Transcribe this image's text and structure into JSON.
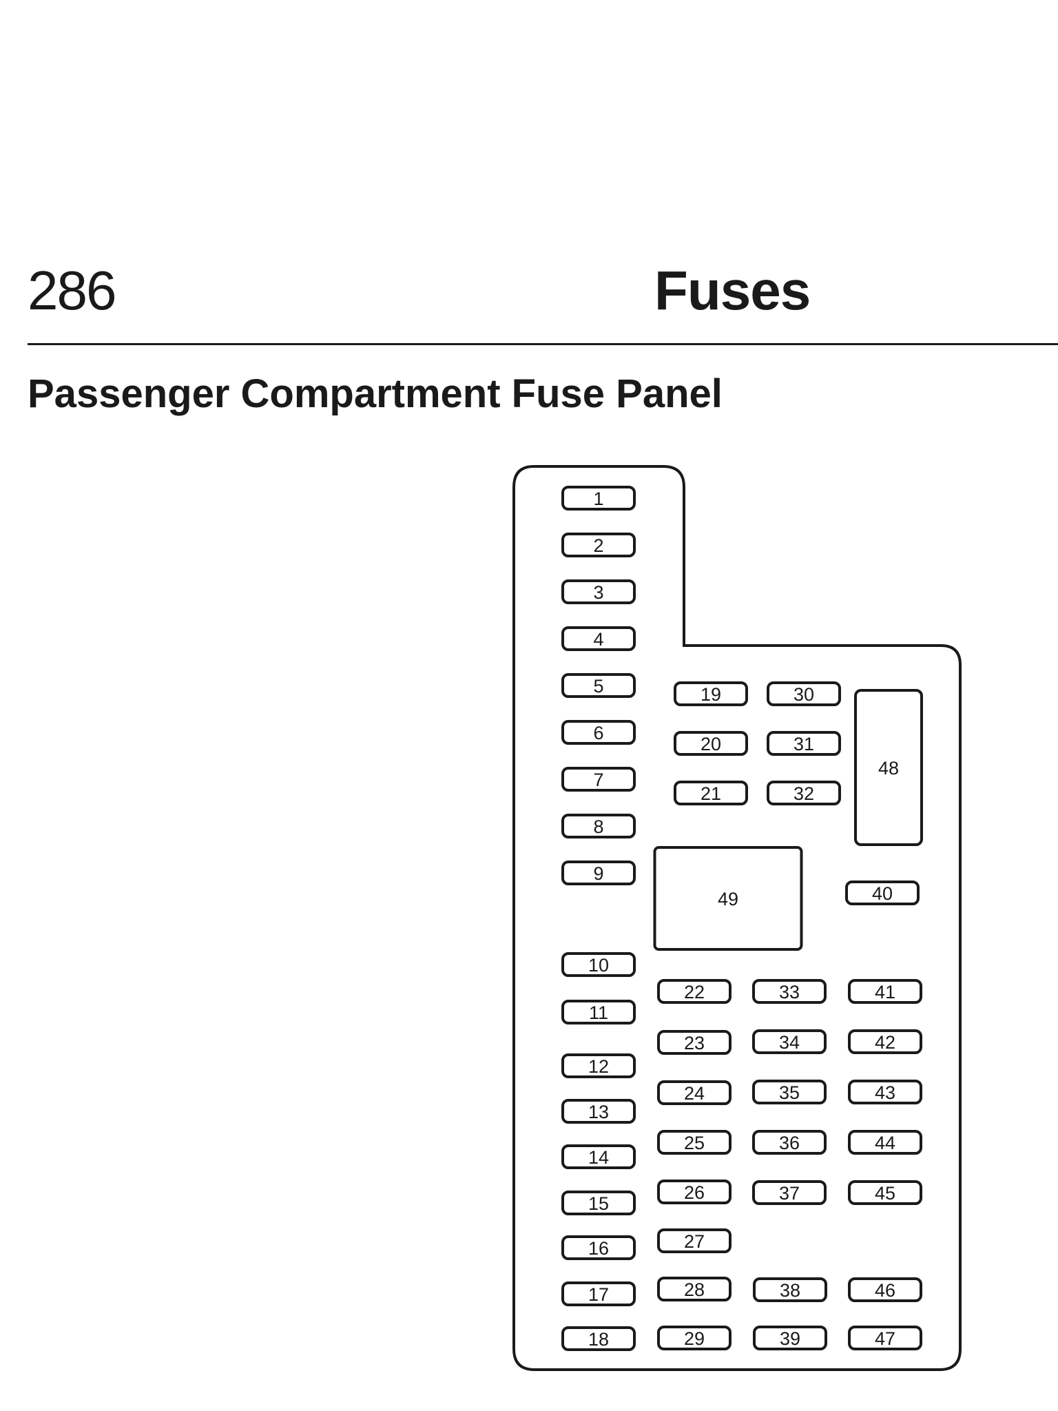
{
  "header": {
    "page_number": "286",
    "chapter_title": "Fuses"
  },
  "section": {
    "title": "Passenger Compartment Fuse Panel"
  },
  "panel": {
    "name": "Passenger compartment fuse panel",
    "fuses": [
      {
        "id": "1",
        "label": "1"
      },
      {
        "id": "2",
        "label": "2"
      },
      {
        "id": "3",
        "label": "3"
      },
      {
        "id": "4",
        "label": "4"
      },
      {
        "id": "5",
        "label": "5"
      },
      {
        "id": "6",
        "label": "6"
      },
      {
        "id": "7",
        "label": "7"
      },
      {
        "id": "8",
        "label": "8"
      },
      {
        "id": "9",
        "label": "9"
      },
      {
        "id": "10",
        "label": "10"
      },
      {
        "id": "11",
        "label": "11"
      },
      {
        "id": "12",
        "label": "12"
      },
      {
        "id": "13",
        "label": "13"
      },
      {
        "id": "14",
        "label": "14"
      },
      {
        "id": "15",
        "label": "15"
      },
      {
        "id": "16",
        "label": "16"
      },
      {
        "id": "17",
        "label": "17"
      },
      {
        "id": "18",
        "label": "18"
      },
      {
        "id": "19",
        "label": "19"
      },
      {
        "id": "20",
        "label": "20"
      },
      {
        "id": "21",
        "label": "21"
      },
      {
        "id": "22",
        "label": "22"
      },
      {
        "id": "23",
        "label": "23"
      },
      {
        "id": "24",
        "label": "24"
      },
      {
        "id": "25",
        "label": "25"
      },
      {
        "id": "26",
        "label": "26"
      },
      {
        "id": "27",
        "label": "27"
      },
      {
        "id": "28",
        "label": "28"
      },
      {
        "id": "29",
        "label": "29"
      },
      {
        "id": "30",
        "label": "30"
      },
      {
        "id": "31",
        "label": "31"
      },
      {
        "id": "32",
        "label": "32"
      },
      {
        "id": "33",
        "label": "33"
      },
      {
        "id": "34",
        "label": "34"
      },
      {
        "id": "35",
        "label": "35"
      },
      {
        "id": "36",
        "label": "36"
      },
      {
        "id": "37",
        "label": "37"
      },
      {
        "id": "38",
        "label": "38"
      },
      {
        "id": "39",
        "label": "39"
      },
      {
        "id": "40",
        "label": "40"
      },
      {
        "id": "41",
        "label": "41"
      },
      {
        "id": "42",
        "label": "42"
      },
      {
        "id": "43",
        "label": "43"
      },
      {
        "id": "44",
        "label": "44"
      },
      {
        "id": "45",
        "label": "45"
      },
      {
        "id": "46",
        "label": "46"
      },
      {
        "id": "47",
        "label": "47"
      },
      {
        "id": "48",
        "label": "48"
      },
      {
        "id": "49",
        "label": "49"
      }
    ]
  }
}
